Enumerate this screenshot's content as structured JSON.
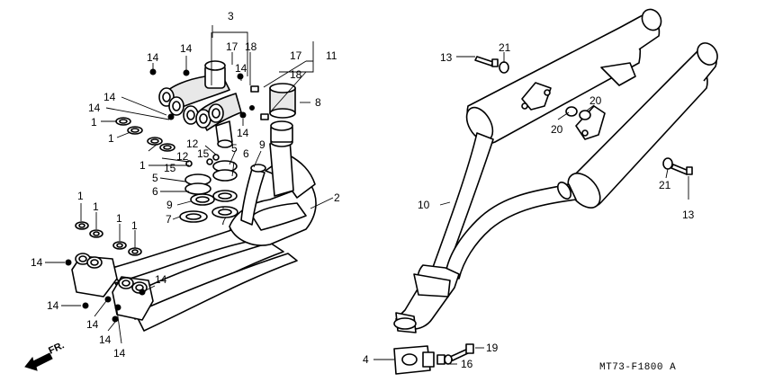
{
  "diagram_code": "MT73-F1800 A",
  "front_label": "FR.",
  "callouts": {
    "c1": "1",
    "c2": "2",
    "c3": "3",
    "c4": "4",
    "c5": "5",
    "c6": "6",
    "c7": "7",
    "c8": "8",
    "c9": "9",
    "c10": "10",
    "c11": "11",
    "c12": "12",
    "c13": "13",
    "c14": "14",
    "c15": "15",
    "c16": "16",
    "c17": "17",
    "c18": "18",
    "c19": "19",
    "c20": "20",
    "c21": "21"
  }
}
